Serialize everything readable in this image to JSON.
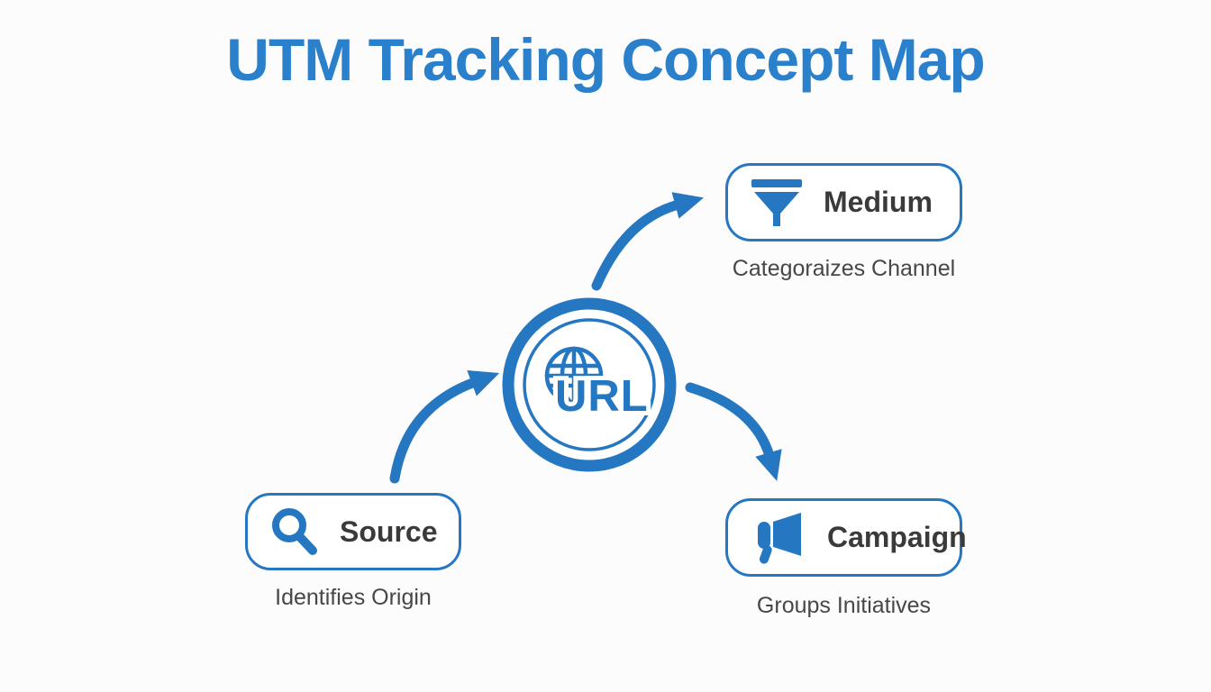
{
  "title": "UTM Tracking Concept Map",
  "colors": {
    "accent": "#2577C2",
    "title": "#2A80CB",
    "label": "#3A3A3A",
    "caption": "#474747",
    "background": "#FCFCFD"
  },
  "center_node": {
    "label": "URL",
    "icon": "globe-icon"
  },
  "nodes": [
    {
      "id": "medium",
      "label": "Medium",
      "icon": "funnel-icon",
      "caption": "Categoraizes Channel"
    },
    {
      "id": "source",
      "label": "Source",
      "icon": "magnifier-icon",
      "caption": "Identifies Origin"
    },
    {
      "id": "campaign",
      "label": "Campaign",
      "icon": "megaphone-icon",
      "caption": "Groups Initiatives"
    }
  ],
  "connections": [
    {
      "from": "source",
      "to": "url"
    },
    {
      "from": "url",
      "to": "medium"
    },
    {
      "from": "url",
      "to": "campaign"
    }
  ]
}
